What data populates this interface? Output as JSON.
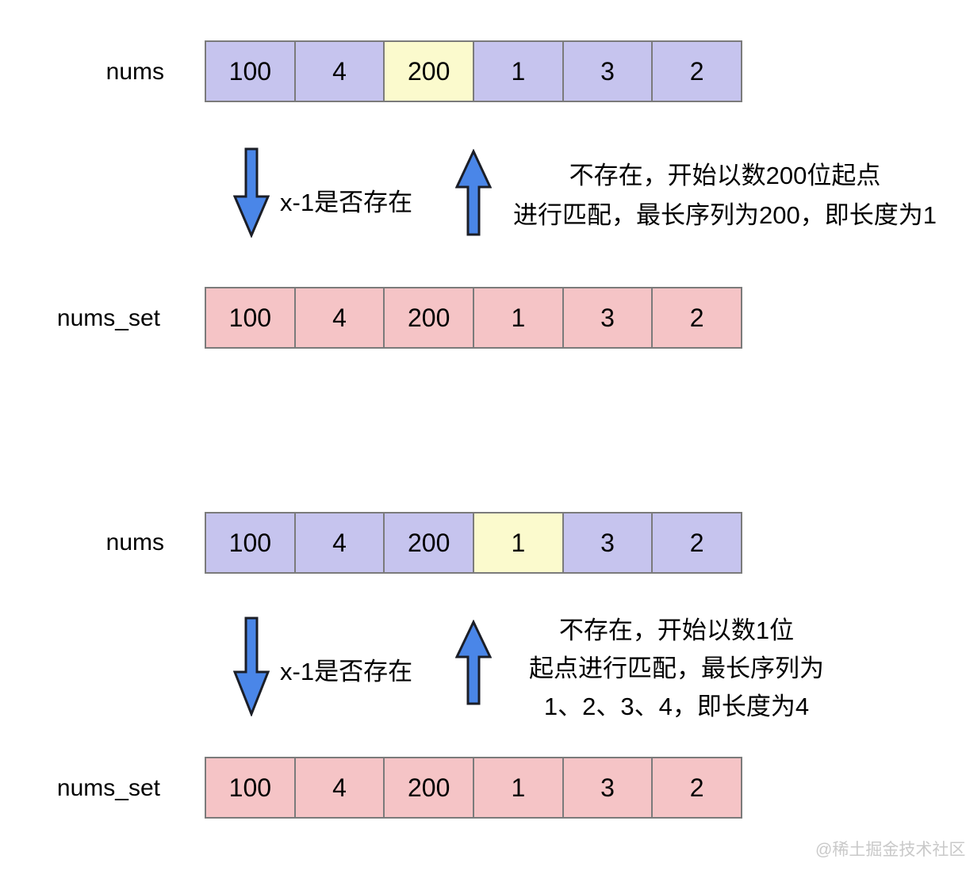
{
  "colors": {
    "cell-purple": "#c6c4ee",
    "cell-yellow": "#fbfacd",
    "cell-pink": "#f5c4c6",
    "cell-border": "#7b7b7b",
    "arrow-fill": "#4a86e8",
    "arrow-outline": "#1b1e27",
    "watermark": "#c9c9c9"
  },
  "watermark": "@稀土掘金技术社区",
  "sections": [
    {
      "nums": {
        "label": "nums",
        "cells": [
          "100",
          "4",
          "200",
          "1",
          "3",
          "2"
        ],
        "highlight_index": 2
      },
      "question": "x-1是否存在",
      "answer_lines": [
        "不存在，开始以数200位起点",
        "进行匹配，最长序列为200，即长度为1"
      ],
      "nums_set": {
        "label": "nums_set",
        "cells": [
          "100",
          "4",
          "200",
          "1",
          "3",
          "2"
        ]
      }
    },
    {
      "nums": {
        "label": "nums",
        "cells": [
          "100",
          "4",
          "200",
          "1",
          "3",
          "2"
        ],
        "highlight_index": 3
      },
      "question": "x-1是否存在",
      "answer_lines": [
        "不存在，开始以数1位",
        "起点进行匹配，最长序列为",
        "1、2、3、4，即长度为4"
      ],
      "nums_set": {
        "label": "nums_set",
        "cells": [
          "100",
          "4",
          "200",
          "1",
          "3",
          "2"
        ]
      }
    }
  ]
}
